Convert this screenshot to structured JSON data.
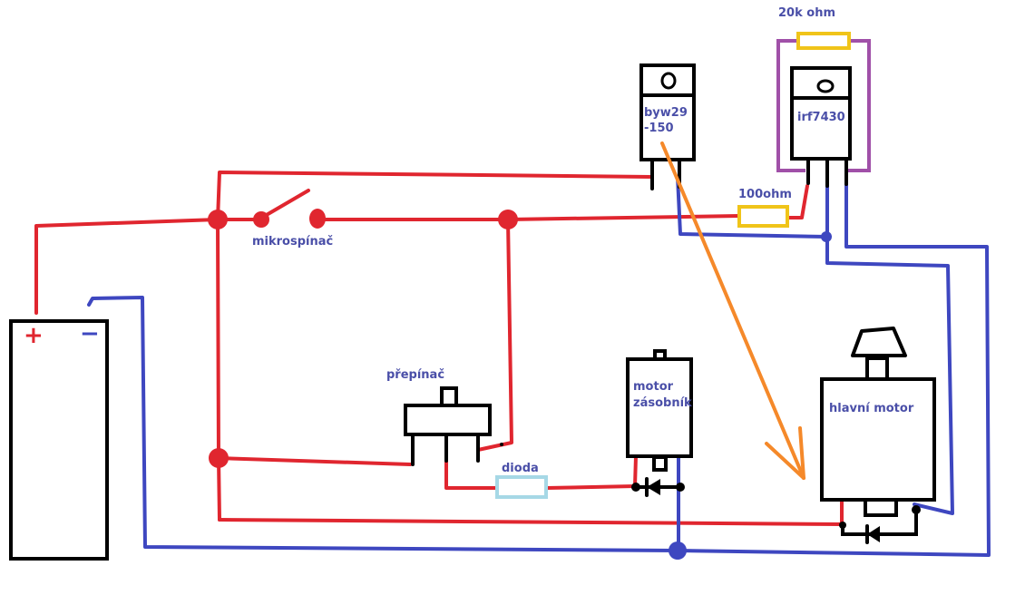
{
  "diagram": {
    "type": "circuit-wiring-sketch",
    "labels": {
      "microswitch": "mikrospínač",
      "selector_switch": "přepínač",
      "diode_resistor": "dioda",
      "feeder_motor_line1": "motor",
      "feeder_motor_line2": "zásobník",
      "main_motor": "hlavní motor",
      "diode_part_line1": "byw29",
      "diode_part_line2": "-150",
      "mosfet_part": "irf7430",
      "gate_resistor": "100ohm",
      "pullup_resistor": "20k ohm",
      "battery_plus": "+",
      "battery_minus": "−"
    },
    "colors": {
      "positive_wire": "#e0262f",
      "negative_wire": "#3e47c0",
      "gate_loop": "#a050a8",
      "resistor": "#f0c419",
      "diode_resistor": "#a6d8e6",
      "annotation_arrow": "#f5892a",
      "label_text": "#4a4fa8"
    }
  }
}
